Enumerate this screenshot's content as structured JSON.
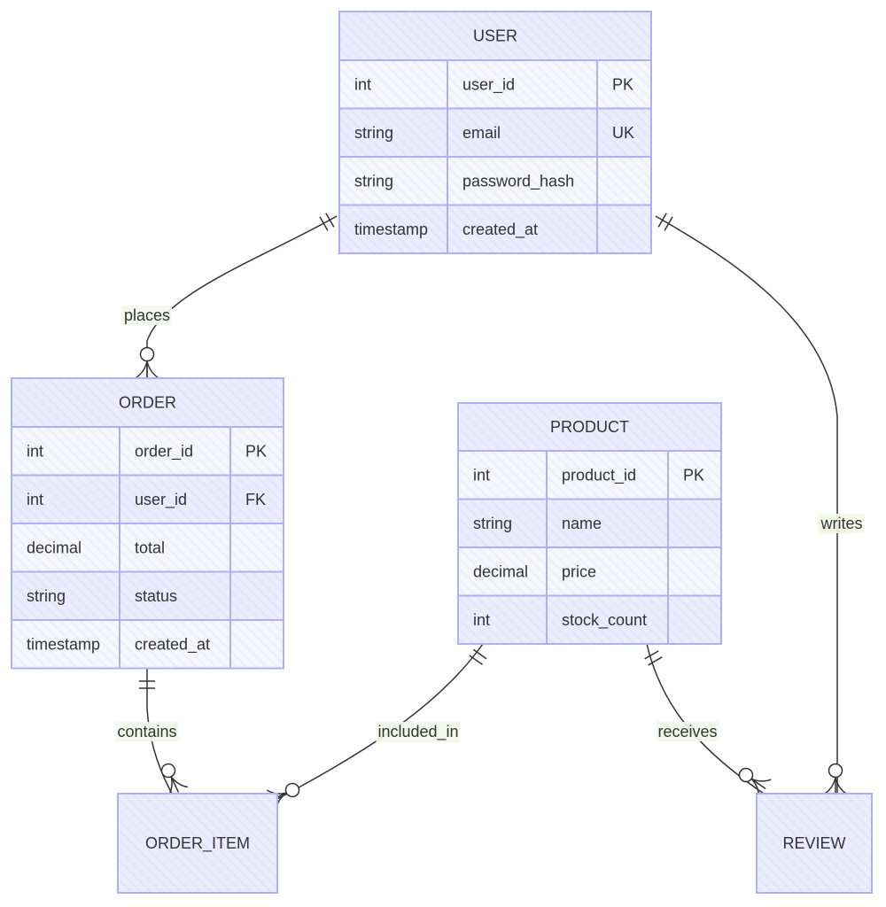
{
  "diagram": {
    "type": "er-diagram",
    "colors": {
      "fill": "#ececff",
      "border": "#aeb0f5",
      "line": "#333333",
      "label_bg": "#f1f8e8"
    },
    "entities": [
      {
        "id": "USER",
        "name": "USER",
        "attributes": [
          {
            "type": "int",
            "name": "user_id",
            "key": "PK"
          },
          {
            "type": "string",
            "name": "email",
            "key": "UK"
          },
          {
            "type": "string",
            "name": "password_hash",
            "key": ""
          },
          {
            "type": "timestamp",
            "name": "created_at",
            "key": ""
          }
        ]
      },
      {
        "id": "ORDER",
        "name": "ORDER",
        "attributes": [
          {
            "type": "int",
            "name": "order_id",
            "key": "PK"
          },
          {
            "type": "int",
            "name": "user_id",
            "key": "FK"
          },
          {
            "type": "decimal",
            "name": "total",
            "key": ""
          },
          {
            "type": "string",
            "name": "status",
            "key": ""
          },
          {
            "type": "timestamp",
            "name": "created_at",
            "key": ""
          }
        ]
      },
      {
        "id": "PRODUCT",
        "name": "PRODUCT",
        "attributes": [
          {
            "type": "int",
            "name": "product_id",
            "key": "PK"
          },
          {
            "type": "string",
            "name": "name",
            "key": ""
          },
          {
            "type": "decimal",
            "name": "price",
            "key": ""
          },
          {
            "type": "int",
            "name": "stock_count",
            "key": ""
          }
        ]
      },
      {
        "id": "ORDER_ITEM",
        "name": "ORDER_ITEM",
        "attributes": []
      },
      {
        "id": "REVIEW",
        "name": "REVIEW",
        "attributes": []
      }
    ],
    "relationships": [
      {
        "id": "user-order",
        "from": "USER",
        "to": "ORDER",
        "label": "places",
        "from_card": "exactly-one",
        "to_card": "zero-or-many"
      },
      {
        "id": "user-review",
        "from": "USER",
        "to": "REVIEW",
        "label": "writes",
        "from_card": "exactly-one",
        "to_card": "zero-or-many"
      },
      {
        "id": "order-item",
        "from": "ORDER",
        "to": "ORDER_ITEM",
        "label": "contains",
        "from_card": "exactly-one",
        "to_card": "zero-or-many"
      },
      {
        "id": "product-item",
        "from": "PRODUCT",
        "to": "ORDER_ITEM",
        "label": "included_in",
        "from_card": "exactly-one",
        "to_card": "zero-or-many"
      },
      {
        "id": "product-review",
        "from": "PRODUCT",
        "to": "REVIEW",
        "label": "receives",
        "from_card": "exactly-one",
        "to_card": "zero-or-many"
      }
    ]
  }
}
